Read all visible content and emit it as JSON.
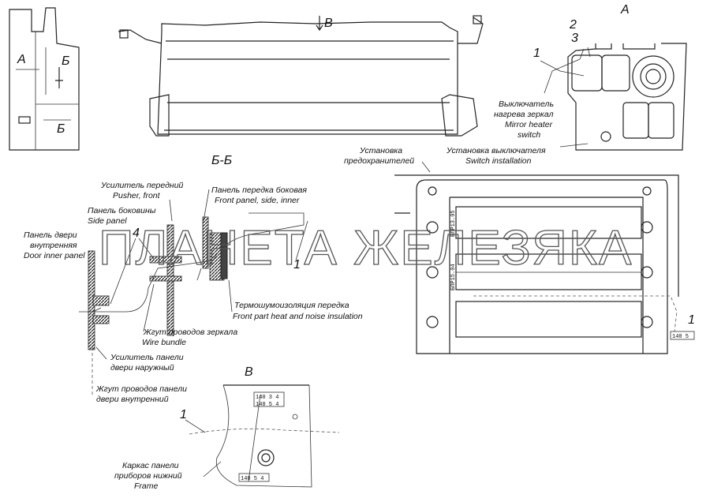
{
  "views": {
    "a": "А",
    "b": "Б",
    "b2": "Б",
    "bb": "Б-Б",
    "v_arrow": "В",
    "v": "В",
    "a_title": "А"
  },
  "callouts": {
    "one": "1",
    "two": "2",
    "three": "3",
    "four": "4"
  },
  "labels": {
    "mirror_heater_ru1": "Выключатель",
    "mirror_heater_ru2": "нагрева зеркал",
    "mirror_heater_en1": "Mirror heater",
    "mirror_heater_en2": "switch",
    "switch_inst_ru": "Установка выключателя",
    "switch_inst_en": "Switch installation",
    "fuse_ru1": "Установка",
    "fuse_ru2": "предохранителей",
    "pusher_ru": "Усилитель передний",
    "pusher_en": "Pusher, front",
    "front_panel_ru": "Панель передка боковая",
    "front_panel_en": "Front panel, side, inner",
    "side_panel_ru": "Панель боковины",
    "side_panel_en": "Side panel",
    "door_inner_ru1": "Панель двери",
    "door_inner_ru2": "внутренняя",
    "door_inner_en": "Door inner panel",
    "insulation_ru": "Термошумоизоляция передка",
    "insulation_en": "Front part heat and noise insulation",
    "wire_ru": "Жгут проводов зеркала",
    "wire_en": "Wire bundle",
    "door_outer_ru1": "Усилитель панели",
    "door_outer_ru2": "двери наружный",
    "door_wire_ru1": "Жгут проводов панели",
    "door_wire_ru2": "двери внутренний",
    "frame_ru1": "Каркас панели",
    "frame_ru2": "приборов нижний",
    "frame_en": "Frame"
  },
  "fuse_blocks": {
    "upper": "БПР13.05",
    "middle": "БПР15.04"
  },
  "tags": {
    "t1": "140 3 4",
    "t2": "140 5 4",
    "t3": "140 5 4",
    "t4": "140 5"
  },
  "watermark": "ПЛАНЕТА ЖЕЛЕЗЯКА"
}
